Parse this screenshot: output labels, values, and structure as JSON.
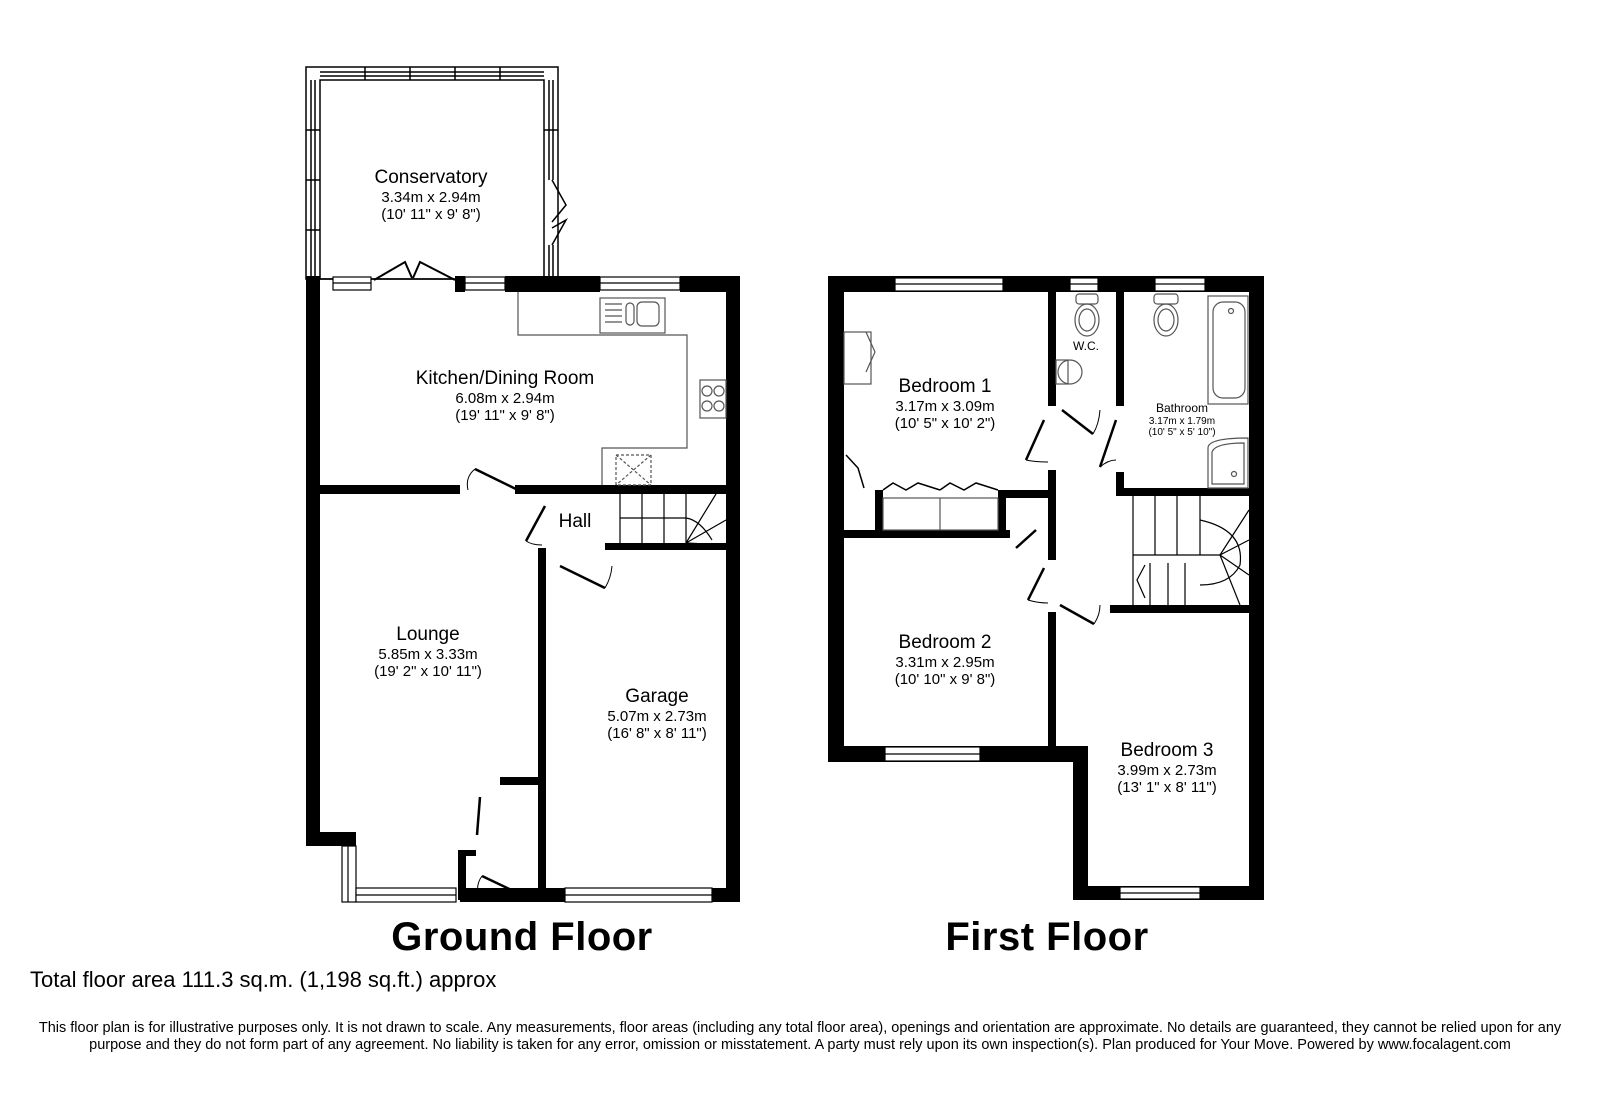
{
  "floors": [
    {
      "title": "Ground Floor",
      "rooms": [
        {
          "name": "Conservatory",
          "metric": "3.34m x 2.94m",
          "imperial": "(10' 11\" x 9' 8\")"
        },
        {
          "name": "Kitchen/Dining Room",
          "metric": "6.08m x 2.94m",
          "imperial": "(19' 11\" x 9' 8\")"
        },
        {
          "name": "Hall"
        },
        {
          "name": "Lounge",
          "metric": "5.85m x 3.33m",
          "imperial": "(19' 2\" x 10' 11\")"
        },
        {
          "name": "Garage",
          "metric": "5.07m x 2.73m",
          "imperial": "(16' 8\" x 8' 11\")"
        }
      ]
    },
    {
      "title": "First Floor",
      "rooms": [
        {
          "name": "Bedroom 1",
          "metric": "3.17m x 3.09m",
          "imperial": "(10' 5\" x 10' 2\")"
        },
        {
          "name": "W.C."
        },
        {
          "name": "Bathroom",
          "metric": "3.17m x 1.79m",
          "imperial": "(10' 5\" x 5' 10\")"
        },
        {
          "name": "Bedroom 2",
          "metric": "3.31m x 2.95m",
          "imperial": "(10' 10\" x 9' 8\")"
        },
        {
          "name": "Bedroom 3",
          "metric": "3.99m x 2.73m",
          "imperial": "(13' 1\" x 8' 11\")"
        }
      ]
    }
  ],
  "total_area": "Total floor area 111.3 sq.m. (1,198 sq.ft.) approx",
  "disclaimer": "This floor plan is for illustrative purposes only. It is not drawn to scale. Any measurements, floor areas (including any total floor area), openings and orientation are approximate. No details are guaranteed, they cannot be relied upon for any purpose and they do not form part of any agreement. No liability is taken for any error, omission or misstatement. A party must rely upon its own inspection(s).  Plan produced for Your Move. Powered by www.focalagent.com",
  "colors": {
    "wall": "#000000",
    "line": "#000000",
    "background": "#ffffff",
    "fixture": "#555555"
  }
}
